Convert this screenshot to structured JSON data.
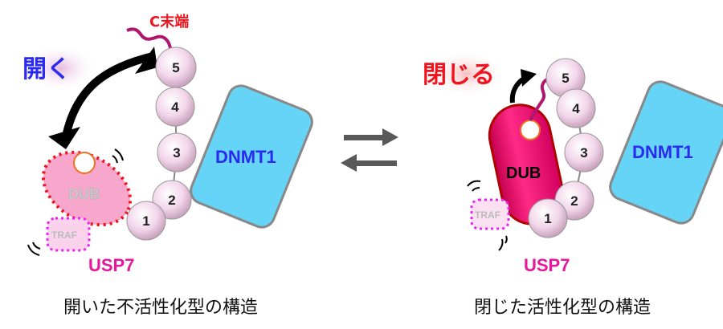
{
  "left_panel": {
    "action_label": "開く",
    "c_terminus_label": "C末端",
    "domains": [
      "1",
      "2",
      "3",
      "4",
      "5"
    ],
    "dnmt1_label": "DNMT1",
    "dub_label": "DUB",
    "traf_label": "TRAF",
    "usp7_label": "USP7",
    "caption": "開いた不活性化型の構造"
  },
  "right_panel": {
    "action_label": "閉じる",
    "domains": [
      "1",
      "2",
      "3",
      "4",
      "5"
    ],
    "dnmt1_label": "DNMT1",
    "dub_label": "DUB",
    "traf_label": "TRAF",
    "usp7_label": "USP7",
    "caption": "閉じた活性化型の構造"
  },
  "colors": {
    "open_label": "#2a2af0",
    "close_label": "#f0141e",
    "dnmt1": "#66d4f7",
    "usp7": "#e8169b",
    "dub_active": "#ee1a78"
  }
}
